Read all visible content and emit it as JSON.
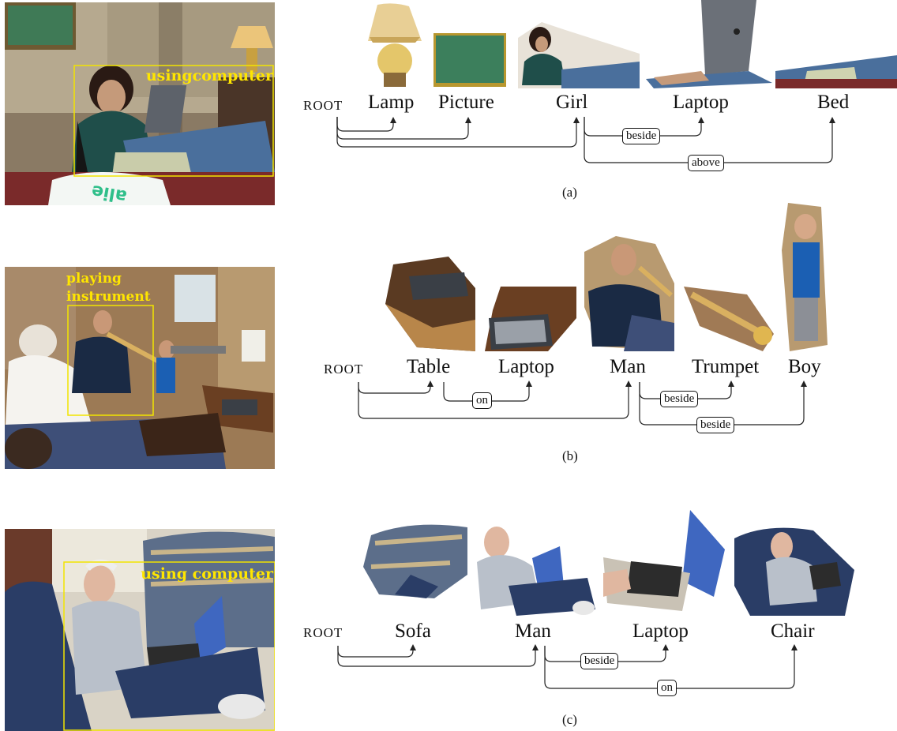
{
  "colors": {
    "box": "#f2e400",
    "label": "#ffe600",
    "line": "#222222"
  },
  "panels": [
    {
      "caption": "(a)",
      "photo_label": "usingcomputer",
      "root": "ROOT",
      "words": [
        "Lamp",
        "Picture",
        "Girl",
        "Laptop",
        "Bed"
      ],
      "relations": [
        "beside",
        "above"
      ]
    },
    {
      "caption": "(b)",
      "photo_label_line1": "playing",
      "photo_label_line2": "instrument",
      "root": "ROOT",
      "words": [
        "Table",
        "Laptop",
        "Man",
        "Trumpet",
        "Boy"
      ],
      "relations": [
        "on",
        "beside",
        "beside"
      ]
    },
    {
      "caption": "(c)",
      "photo_label": "using computer",
      "root": "ROOT",
      "words": [
        "Sofa",
        "Man",
        "Laptop",
        "Chair"
      ],
      "relations": [
        "beside",
        "on"
      ]
    }
  ]
}
